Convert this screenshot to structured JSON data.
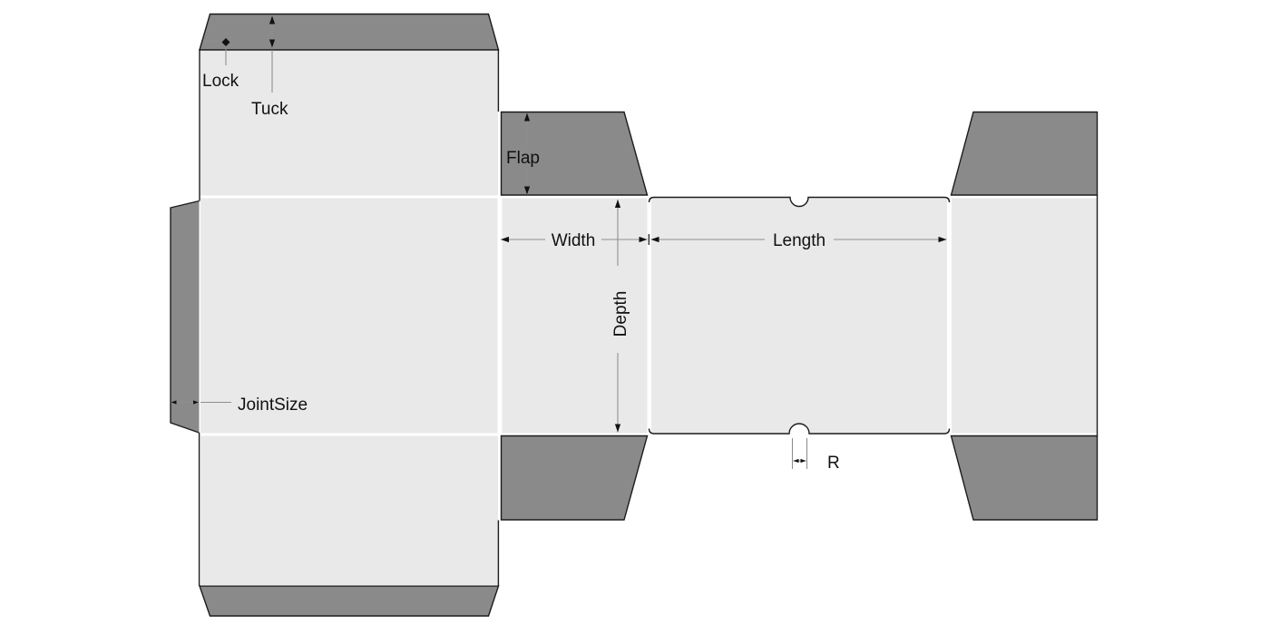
{
  "diagram": {
    "kind": "carton-dieline",
    "colors": {
      "background": "#ffffff",
      "panel-fill": "#e9e9e9",
      "flap-fill": "#8a8a8a",
      "outline": "#1c1c1c",
      "dim-line": "#8f8f8f",
      "ink": "#111111"
    },
    "labels": {
      "lock": "Lock",
      "tuck": "Tuck",
      "flap": "Flap",
      "width": "Width",
      "length": "Length",
      "depth": "Depth",
      "joint_size": "JointSize",
      "radius": "R"
    }
  }
}
